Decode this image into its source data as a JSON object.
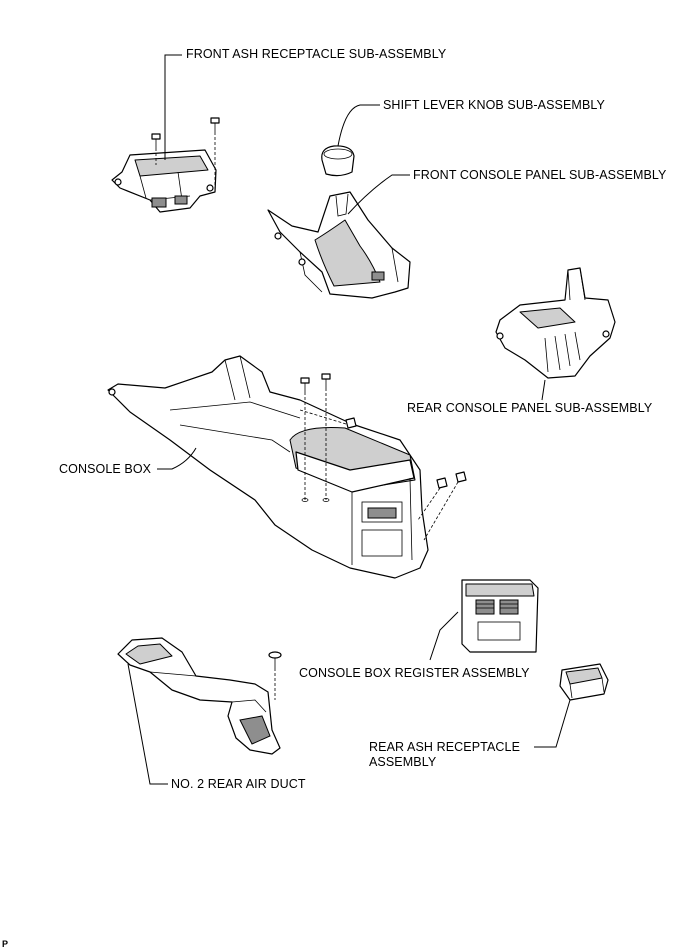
{
  "callouts": {
    "front_ash_receptacle": "FRONT ASH RECEPTACLE SUB-ASSEMBLY",
    "shift_lever_knob": "SHIFT LEVER KNOB SUB-ASSEMBLY",
    "front_console_panel": "FRONT CONSOLE PANEL SUB-ASSEMBLY",
    "rear_console_panel": "REAR CONSOLE PANEL SUB-ASSEMBLY",
    "console_box": "CONSOLE BOX",
    "console_box_register": "CONSOLE BOX REGISTER ASSEMBLY",
    "rear_ash_receptacle": "REAR ASH RECEPTACLE ASSEMBLY",
    "no2_rear_air_duct": "NO. 2 REAR AIR DUCT"
  },
  "reference_code": "P"
}
